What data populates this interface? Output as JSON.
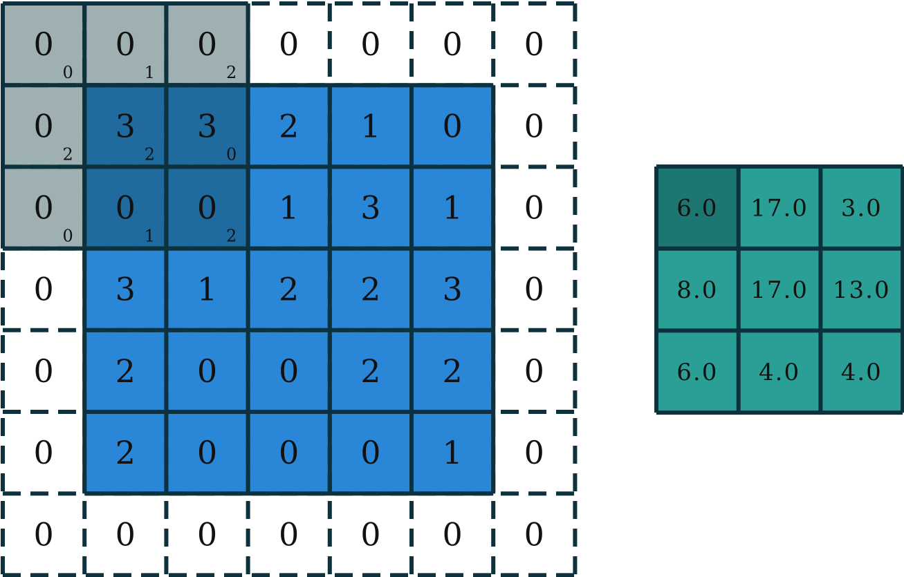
{
  "input_grid": {
    "values": [
      [
        "0",
        "0",
        "0",
        "0",
        "0",
        "0",
        "0"
      ],
      [
        "0",
        "3",
        "3",
        "2",
        "1",
        "0",
        "0"
      ],
      [
        "0",
        "0",
        "0",
        "1",
        "3",
        "1",
        "0"
      ],
      [
        "0",
        "3",
        "1",
        "2",
        "2",
        "3",
        "0"
      ],
      [
        "0",
        "2",
        "0",
        "0",
        "2",
        "2",
        "0"
      ],
      [
        "0",
        "2",
        "0",
        "0",
        "0",
        "1",
        "0"
      ],
      [
        "0",
        "0",
        "0",
        "0",
        "0",
        "0",
        "0"
      ]
    ],
    "padding": 1,
    "kernel_position": {
      "row": 0,
      "col": 0
    },
    "kernel_weights": [
      [
        "0",
        "1",
        "2"
      ],
      [
        "2",
        "2",
        "0"
      ],
      [
        "0",
        "1",
        "2"
      ]
    ]
  },
  "output_grid": {
    "values": [
      [
        "6.0",
        "17.0",
        "3.0"
      ],
      [
        "8.0",
        "17.0",
        "13.0"
      ],
      [
        "6.0",
        "4.0",
        "4.0"
      ]
    ],
    "highlight": {
      "row": 0,
      "col": 0
    }
  },
  "colors": {
    "padding_bg": "#ffffff",
    "input_bg": "#2a86d6",
    "kernel_over_padding": "#9fb0b3",
    "kernel_over_input": "#1f6ba0",
    "output_bg": "#2a9f96",
    "output_highlight": "#1d7672",
    "border": "#0d313d"
  }
}
